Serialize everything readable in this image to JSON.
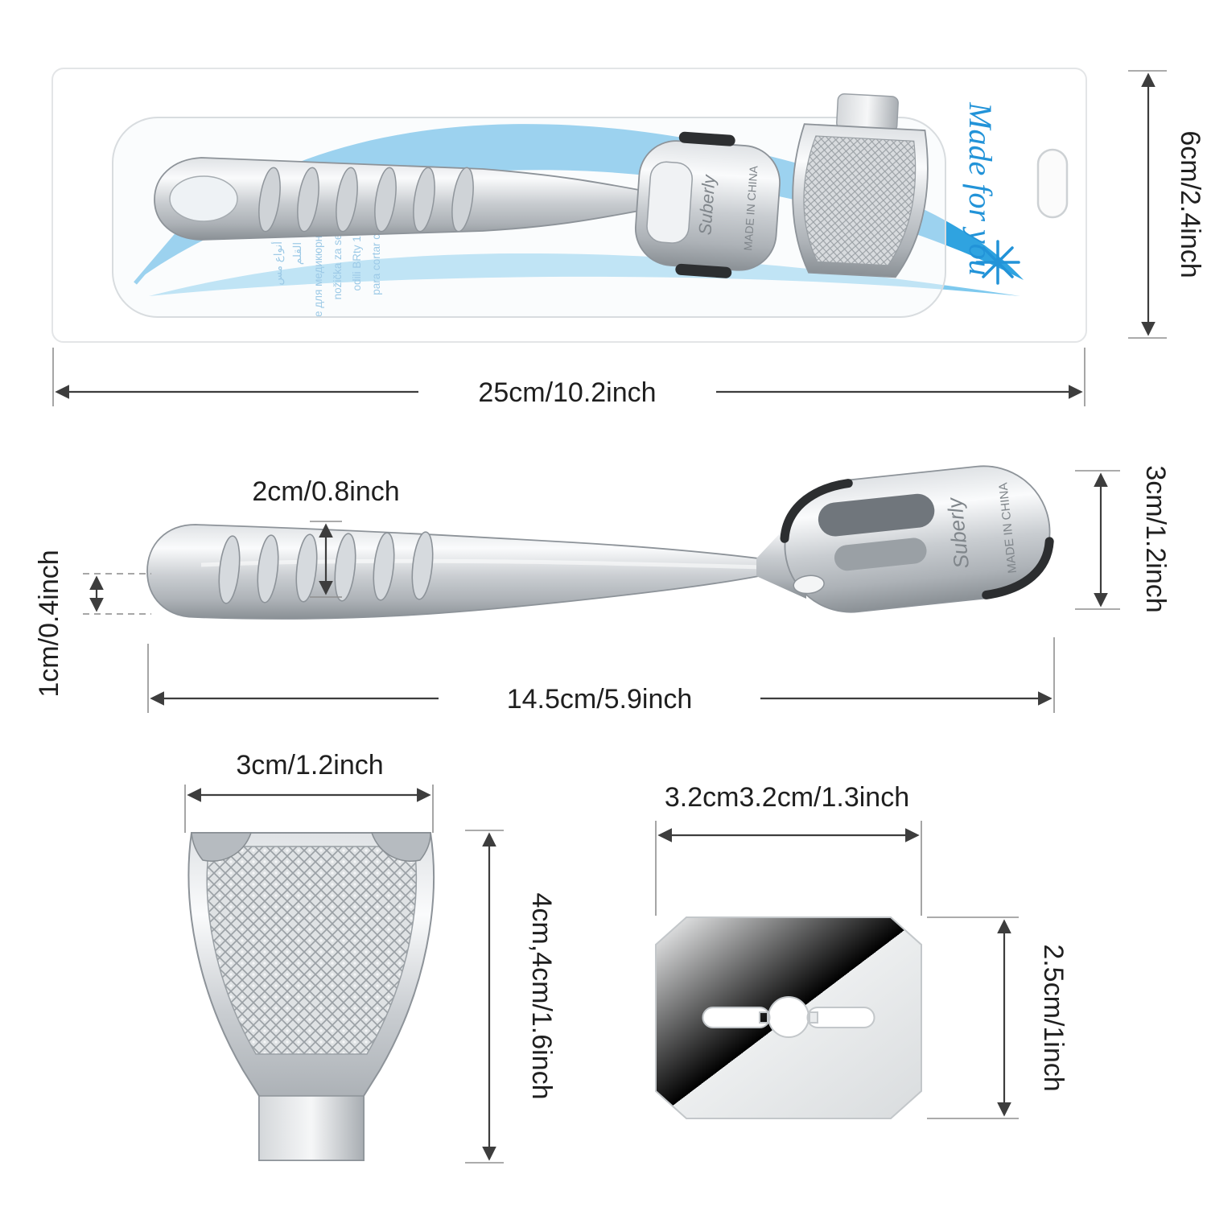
{
  "package": {
    "made_for_you": "Made for you",
    "engraving_brand": "Suberly",
    "engraving_origin": "MADE IN CHINA",
    "info_lines": [
      "para cortar callos",
      "nožička za sedenle",
      "odili BRty 10 ks",
      "е для медикюрной ритвы",
      "فيل أنواع مس",
      "القلم"
    ],
    "width_label": "25cm/10.2inch",
    "height_label": "6cm/2.4inch"
  },
  "shaver": {
    "engraving_brand": "Suberly",
    "engraving_origin": "MADE IN CHINA",
    "ridge_width_label": "2cm/0.8inch",
    "thickness_label": "1cm/0.4inch",
    "head_height_label": "3cm/1.2inch",
    "length_label": "14.5cm/5.9inch"
  },
  "file_head": {
    "width_label": "3cm/1.2inch",
    "height_label": "4cm,4cm/1.6inch"
  },
  "blade": {
    "width_label": "3.2cm3.2cm/1.3inch",
    "height_label": "2.5cm/1inch"
  }
}
